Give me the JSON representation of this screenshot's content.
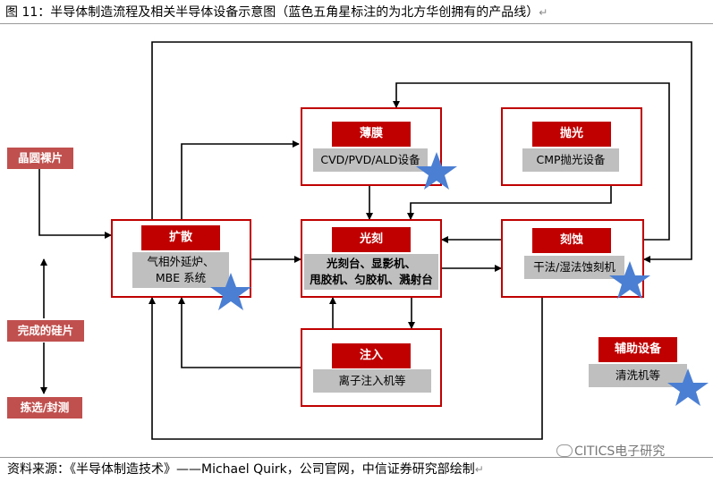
{
  "title": "图 11：半导体制造流程及相关半导体设备示意图（蓝色五角星标注的为北方华创拥有的产品线）",
  "return_mark": "↵",
  "source": "资料来源：《半导体制造技术》——Michael Quirk，公司官网，中信证券研究部绘制",
  "watermark": "CITICS电子研究",
  "nodes": {
    "wafer": "晶圆裸片",
    "finished": "完成的硅片",
    "sort": "拣选/封测",
    "diffusion": {
      "title": "扩散",
      "equip": "气相外延炉、\nMBE 系统"
    },
    "film": {
      "title": "薄膜",
      "equip": "CVD/PVD/ALD设备"
    },
    "cmp": {
      "title": "抛光",
      "equip": "CMP抛光设备"
    },
    "litho": {
      "title": "光刻",
      "equip": "光刻台、显影机、\n甩胶机、匀胶机、溅射台"
    },
    "etch": {
      "title": "刻蚀",
      "equip": "干法/湿法蚀刻机"
    },
    "implant": {
      "title": "注入",
      "equip": "离子注入机等"
    },
    "aux": {
      "title": "辅助设备",
      "equip": "清洗机等"
    }
  },
  "colors": {
    "box_border": "#c00000",
    "header": "#c00000",
    "tag": "#c0504d",
    "equip_bg": "#bfbfbf",
    "star": "#4a7fd4"
  }
}
